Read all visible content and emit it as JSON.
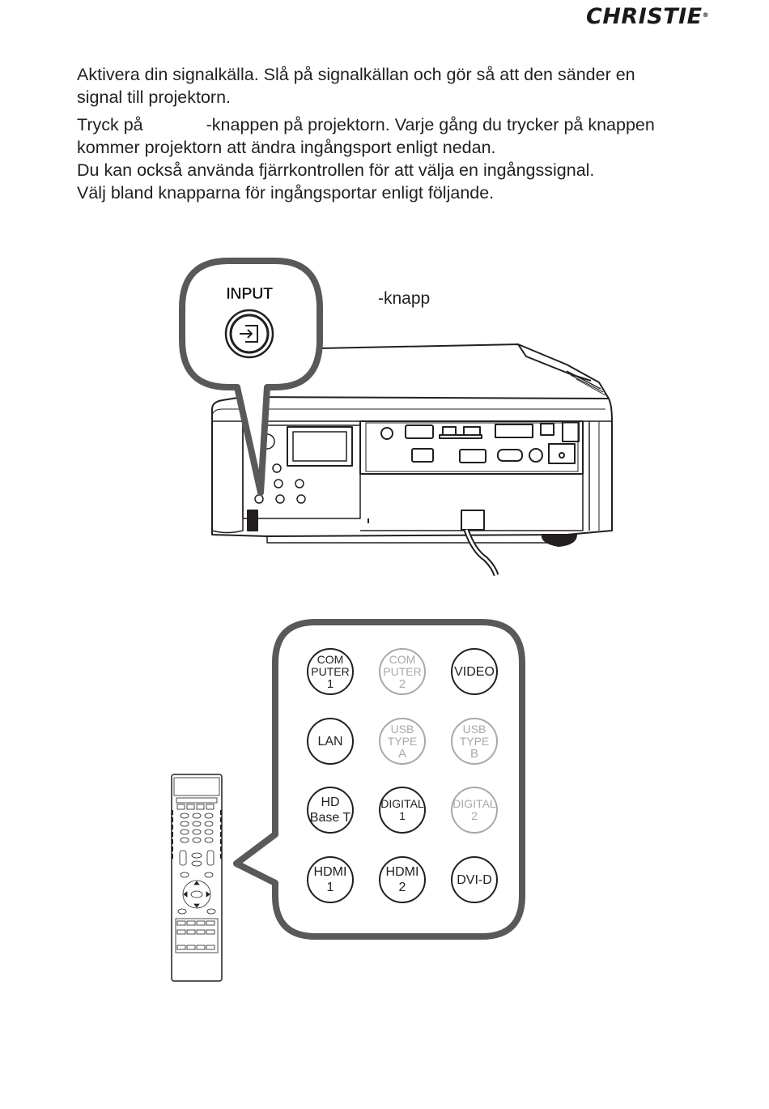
{
  "brand": {
    "logo_text": "CHRISTIE",
    "registered_mark": "®"
  },
  "instructions": {
    "line1": "Aktivera din signalkälla. Slå på signalkällan och gör så att den sänder en",
    "line2": "signal till projektorn.",
    "line3_pre": "Tryck på",
    "line3_post": "-knappen på projektorn. Varje gång du trycker på knappen",
    "line4": "kommer projektorn att ändra ingångsport enligt nedan.",
    "line5": "Du kan också använda fjärrkontrollen för att välja en ingångssignal.",
    "line6": "Välj bland knapparna för ingångsportar enligt följande."
  },
  "projector_callout": {
    "input_label": "INPUT",
    "input_icon": "input-source-icon",
    "knapp_label": "-knapp"
  },
  "remote_buttons": [
    {
      "lines": [
        "COM",
        "PUTER",
        "1"
      ],
      "dim": false
    },
    {
      "lines": [
        "COM",
        "PUTER",
        "2"
      ],
      "dim": true
    },
    {
      "lines": [
        "VIDEO"
      ],
      "dim": false
    },
    {
      "lines": [
        "LAN"
      ],
      "dim": false
    },
    {
      "lines": [
        "USB",
        "TYPE",
        "A"
      ],
      "dim": true
    },
    {
      "lines": [
        "USB",
        "TYPE",
        "B"
      ],
      "dim": true
    },
    {
      "lines": [
        "HD",
        "Base T"
      ],
      "dim": false
    },
    {
      "lines": [
        "DIGITAL",
        "1"
      ],
      "dim": false
    },
    {
      "lines": [
        "DIGITAL",
        "2"
      ],
      "dim": true
    },
    {
      "lines": [
        "HDMI",
        "1"
      ],
      "dim": false
    },
    {
      "lines": [
        "HDMI",
        "2"
      ],
      "dim": false
    },
    {
      "lines": [
        "DVI-D"
      ],
      "dim": false
    }
  ],
  "colors": {
    "ink": "#231f20",
    "dim": "#a7a9ac"
  }
}
